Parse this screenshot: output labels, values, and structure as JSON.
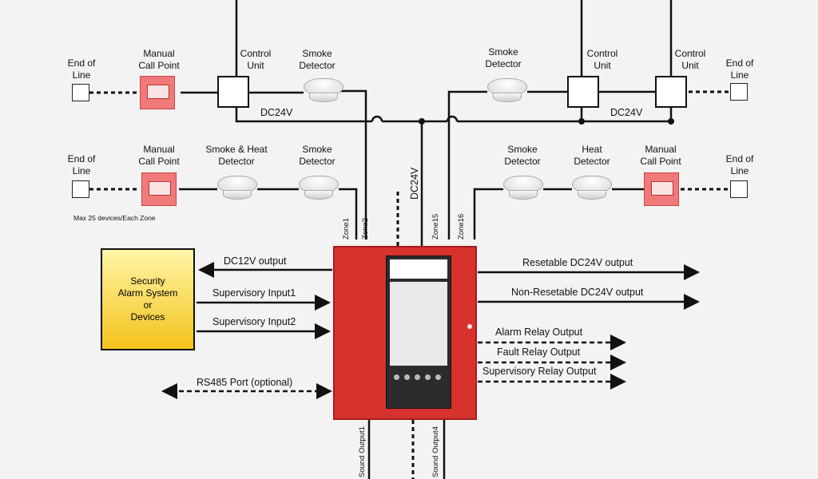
{
  "labels": {
    "eol": "End of\nLine",
    "mcp": "Manual\nCall Point",
    "cu": "Control\nUnit",
    "smoke": "Smoke\nDetector",
    "smokeheat": "Smoke & Heat\nDetector",
    "heat": "Heat\nDetector",
    "dc24v": "DC24V",
    "max": "Max 25 devices/Each Zone",
    "zone1": "Zone1",
    "zone2": "Zone2",
    "zone15": "Zone15",
    "zone16": "Zone16",
    "security": "Security\nAlarm System\nor\nDevices",
    "dc12v": "DC12V output",
    "sup1": "Supervisory Input1",
    "sup2": "Supervisory Input2",
    "rs485": "RS485 Port (optional)",
    "reset": "Resetable DC24V output",
    "nonreset": "Non-Resetable DC24V output",
    "alarmrelay": "Alarm Relay Output",
    "faultrelay": "Fault Relay Output",
    "suprelay": "Supervisory Relay Output",
    "sound1": "Sound Output1",
    "sound4": "Sound Output4"
  }
}
